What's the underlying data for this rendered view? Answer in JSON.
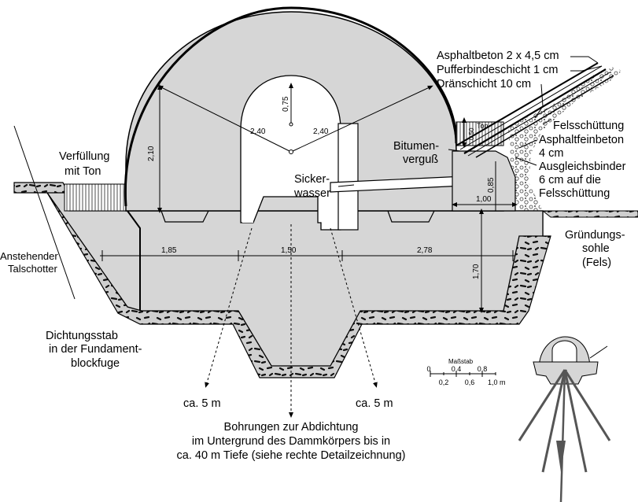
{
  "labels": {
    "verfuellung_1": "Verfüllung",
    "verfuellung_2": "mit Ton",
    "anstehender_1": "Anstehender",
    "anstehender_2": "Talschotter",
    "dichtung_1": "Dichtungsstab",
    "dichtung_2": "in der Fundament-",
    "dichtung_3": "blockfuge",
    "sicker_1": "Sicker-",
    "sicker_2": "wasser",
    "bitumen_1": "Bitumen-",
    "bitumen_2": "verguß",
    "asphaltbeton": "Asphaltbeton 2 x 4,5 cm",
    "pufferbinde": "Pufferbindeschicht 1 cm",
    "draenschicht": "Dränschicht 10 cm",
    "ton": "Ton",
    "felsschuettung": "Felsschüttung",
    "asphaltfein_1": "Asphaltfeinbeton",
    "asphaltfein_2": "4 cm",
    "ausgleich_1": "Ausgleichsbinder",
    "ausgleich_2": "6 cm auf die",
    "ausgleich_3": "Felsschüttung",
    "gruendung_1": "Gründungs-",
    "gruendung_2": "sohle",
    "gruendung_3": "(Fels)",
    "ca5m_left": "ca. 5 m",
    "ca5m_right": "ca. 5 m",
    "bohrungen_1": "Bohrungen zur Abdichtung",
    "bohrungen_2": "im Untergrund des Dammkörpers bis in",
    "bohrungen_3": "ca. 40 m Tiefe (siehe rechte Detailzeichnung)"
  },
  "dimensions": {
    "d_075": "0,75",
    "d_240_left": "2,40",
    "d_240_right": "2,40",
    "d_210": "2,10",
    "d_185": "1,85",
    "d_150": "1,50",
    "d_278": "2,78",
    "d_170": "1,70",
    "d_050": "0,50",
    "d_085": "0,85",
    "d_100": "1,00"
  },
  "scale": {
    "title": "Maßstab",
    "top_ticks": [
      "0",
      "0,4",
      "0,8"
    ],
    "bottom_ticks": [
      "0,2",
      "0,6",
      "1,0 m"
    ]
  }
}
